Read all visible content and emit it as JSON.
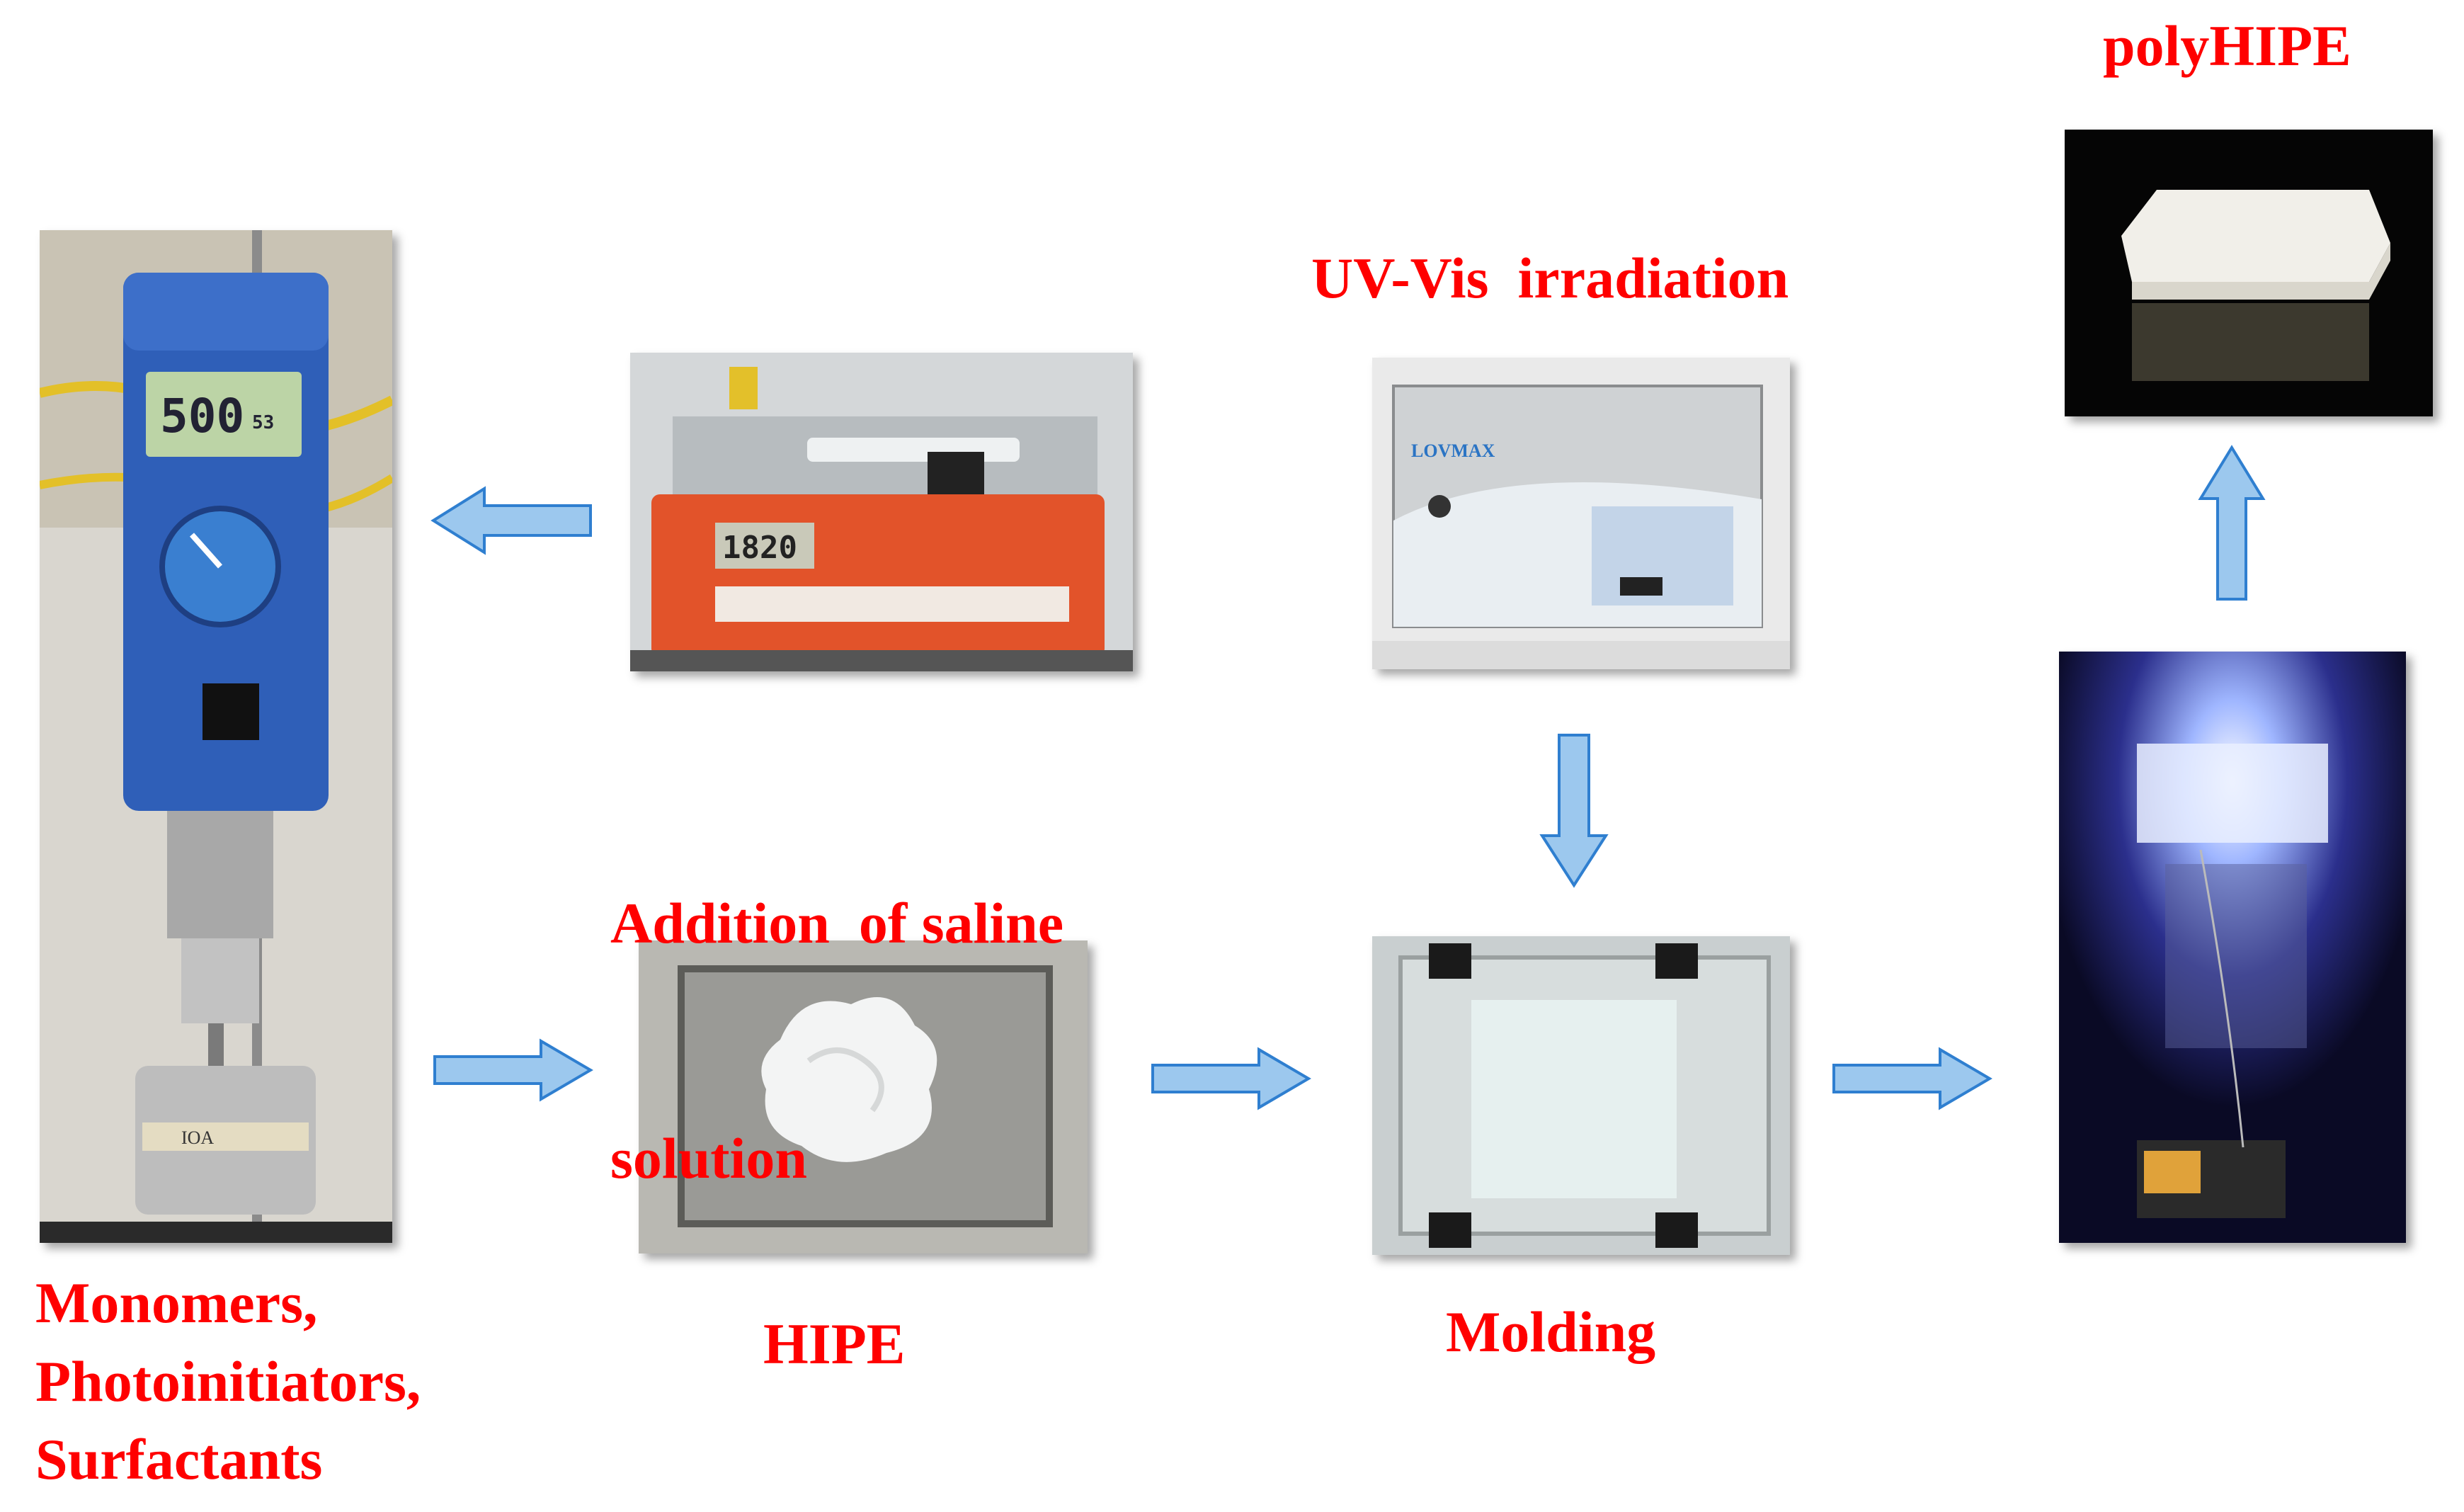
{
  "colors": {
    "label": "#ff0000",
    "arrow_fill": "#9cc8ee",
    "arrow_edge": "#2f7fd0"
  },
  "labels": {
    "monomers": [
      "Monomers,",
      "Photoinitiators,",
      "Surfactants"
    ],
    "addition": [
      "Addition  of saline",
      "solution"
    ],
    "hipe": "HIPE",
    "uv": "UV-Vis  irradiation",
    "molding": "Molding",
    "polyhipe": "polyHIPE"
  },
  "photo_text": {
    "stirrer_display": "500",
    "stirrer_display_small": "53",
    "pump_display": "1820",
    "lamp_brand": "LOVMAX",
    "jar_label": "IOA"
  },
  "photos": [
    {
      "id": "stirrer",
      "content": "overhead-stirrer-photo"
    },
    {
      "id": "pump",
      "content": "syringe-pump-photo"
    },
    {
      "id": "hipe",
      "content": "hipe-emulsion-photo"
    },
    {
      "id": "uv",
      "content": "uv-lamp-photo"
    },
    {
      "id": "mold",
      "content": "mold-photo"
    },
    {
      "id": "curing",
      "content": "uv-curing-photo"
    },
    {
      "id": "polyhipe",
      "content": "polyhipe-monolith-photo"
    }
  ],
  "arrows": [
    {
      "id": "stirrer-to-hipe",
      "direction": "right"
    },
    {
      "id": "pump-to-stirrer",
      "direction": "left"
    },
    {
      "id": "hipe-to-mold",
      "direction": "right"
    },
    {
      "id": "uv-to-mold",
      "direction": "down"
    },
    {
      "id": "mold-to-curing",
      "direction": "right"
    },
    {
      "id": "curing-to-polyhipe",
      "direction": "up"
    }
  ]
}
